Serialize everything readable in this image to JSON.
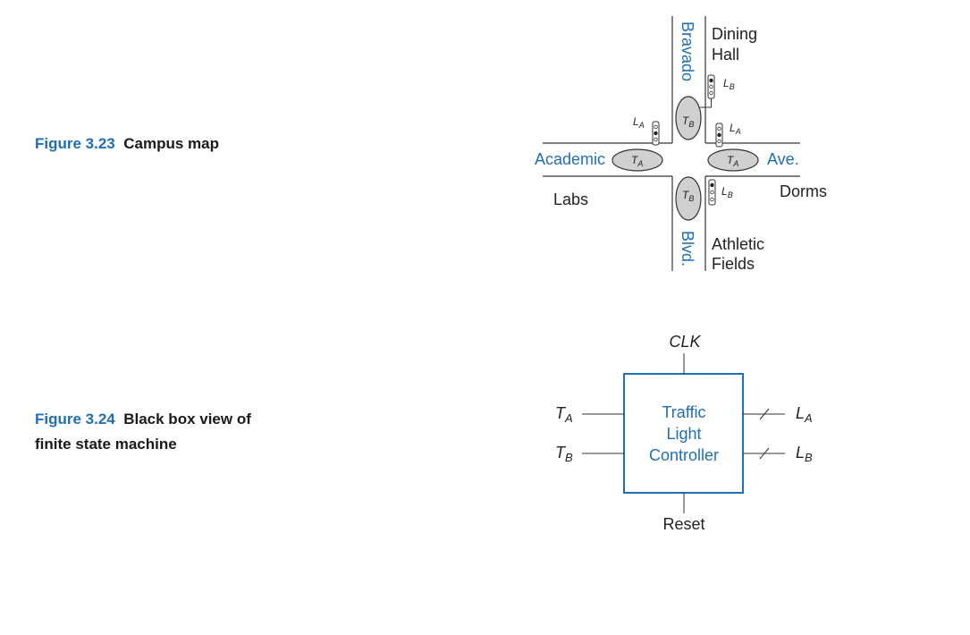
{
  "figures": [
    {
      "number": "Figure 3.23",
      "title": "Campus map",
      "labels": {
        "street_west": "Academic",
        "street_east": "Ave.",
        "street_north": "Bravado",
        "street_south": "Blvd.",
        "building_nw_dining": [
          "Dining",
          "Hall"
        ],
        "building_sw": "Labs",
        "building_se": "Dorms",
        "building_s": [
          "Athletic",
          "Fields"
        ]
      },
      "sensors": {
        "ta": "T",
        "tb": "T",
        "sub_a": "A",
        "sub_b": "B"
      },
      "lights": {
        "la": "L",
        "lb": "L",
        "sub_a": "A",
        "sub_b": "B"
      }
    },
    {
      "number": "Figure 3.24",
      "title_line1": "Black box view of",
      "title_line2": "finite state machine",
      "box_lines": [
        "Traffic",
        "Light",
        "Controller"
      ],
      "clk": "CLK",
      "reset": "Reset",
      "inputs": [
        "T",
        "T"
      ],
      "input_subs": [
        "A",
        "B"
      ],
      "outputs": [
        "L",
        "L"
      ],
      "output_subs": [
        "A",
        "B"
      ]
    }
  ],
  "colors": {
    "accent": "#1f6fb5",
    "text": "#222222",
    "sensor_fill": "#d0d0d0"
  }
}
